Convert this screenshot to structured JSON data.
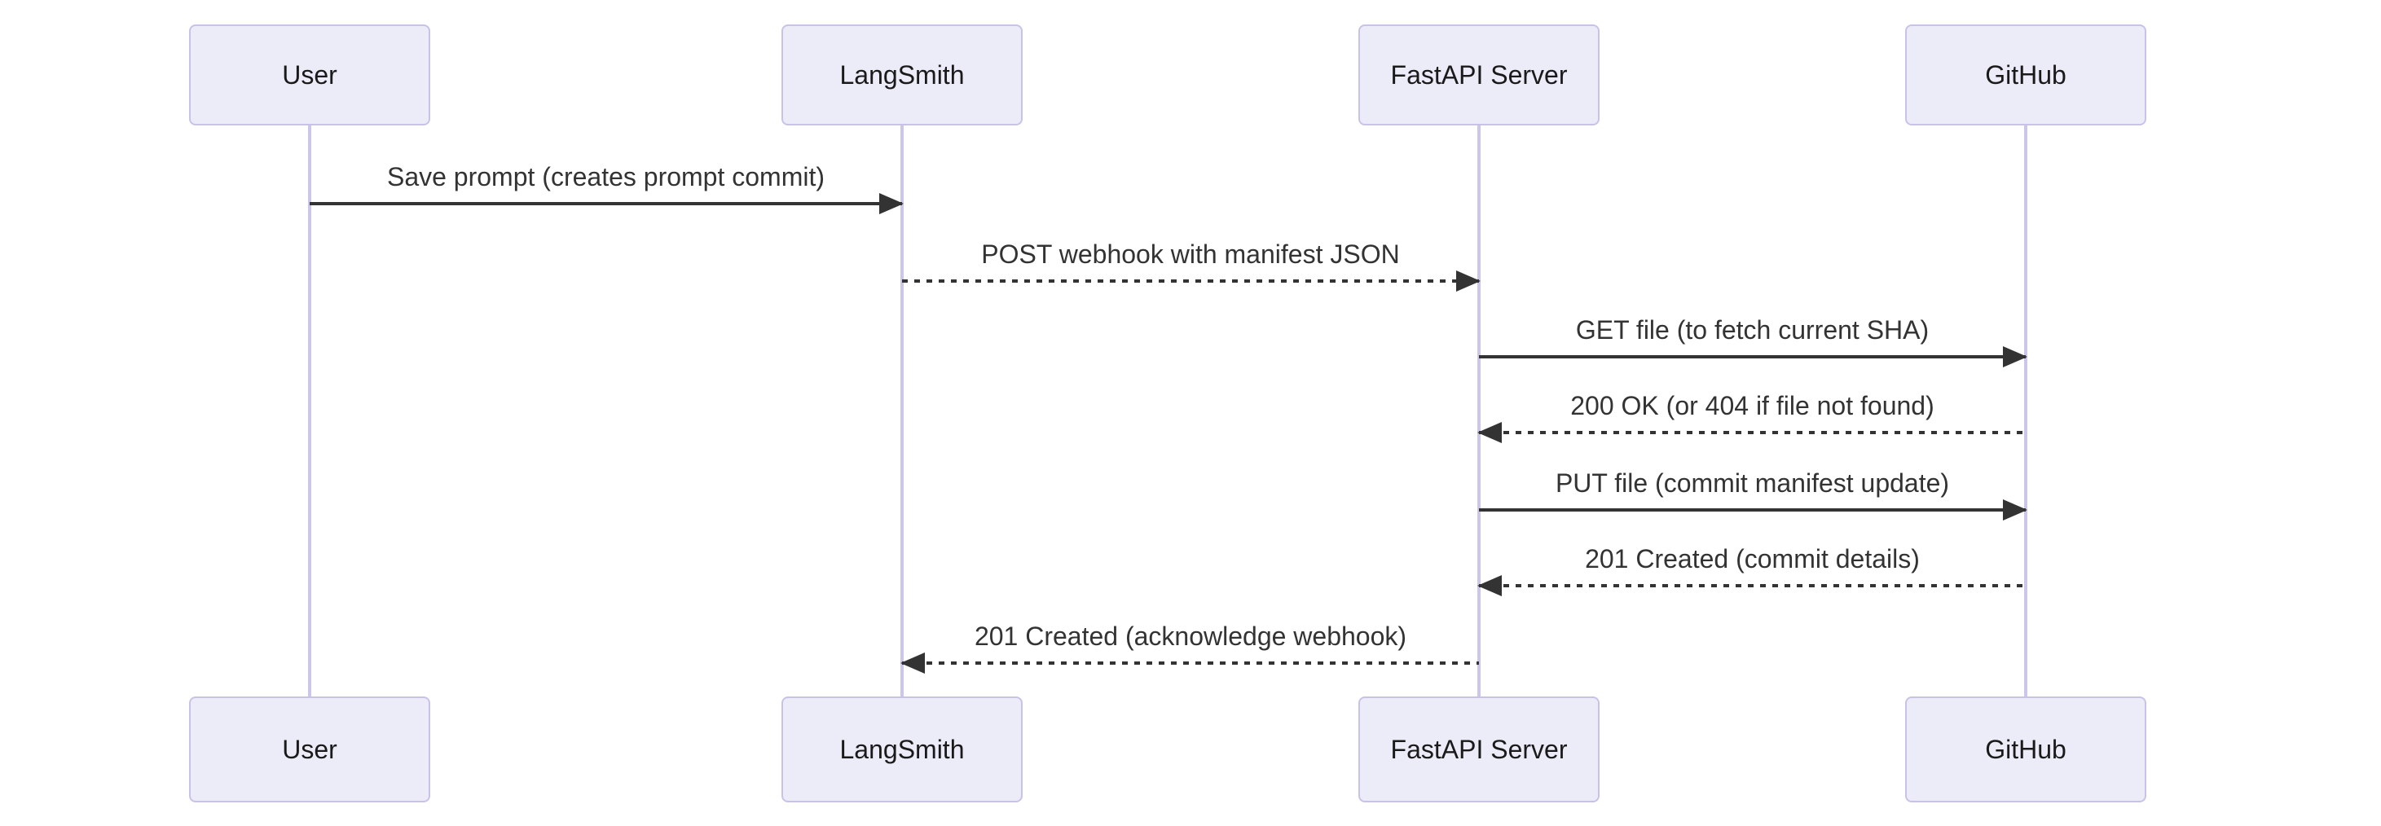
{
  "diagram": {
    "type": "sequence-diagram",
    "actors": [
      {
        "name": "User"
      },
      {
        "name": "LangSmith"
      },
      {
        "name": "FastAPI Server"
      },
      {
        "name": "GitHub"
      }
    ],
    "messages": [
      {
        "from": "User",
        "to": "LangSmith",
        "text": "Save prompt (creates prompt commit)",
        "line": "solid",
        "direction": "right"
      },
      {
        "from": "LangSmith",
        "to": "FastAPI Server",
        "text": "POST webhook with manifest JSON",
        "line": "dashed",
        "direction": "right"
      },
      {
        "from": "FastAPI Server",
        "to": "GitHub",
        "text": "GET file (to fetch current SHA)",
        "line": "solid",
        "direction": "right"
      },
      {
        "from": "GitHub",
        "to": "FastAPI Server",
        "text": "200 OK (or 404 if file not found)",
        "line": "dashed",
        "direction": "left"
      },
      {
        "from": "FastAPI Server",
        "to": "GitHub",
        "text": "PUT file (commit manifest update)",
        "line": "solid",
        "direction": "right"
      },
      {
        "from": "GitHub",
        "to": "FastAPI Server",
        "text": "201 Created (commit details)",
        "line": "dashed",
        "direction": "left"
      },
      {
        "from": "FastAPI Server",
        "to": "LangSmith",
        "text": "201 Created (acknowledge webhook)",
        "line": "dashed",
        "direction": "left"
      }
    ],
    "colors": {
      "background": "#ffffff",
      "actorFill": "#ececf9",
      "actorBorder": "#c9c2e8",
      "actorText": "#1a1a1a",
      "lifeline": "#ccc6ea",
      "arrow": "#333333",
      "messageText": "#333333"
    }
  }
}
